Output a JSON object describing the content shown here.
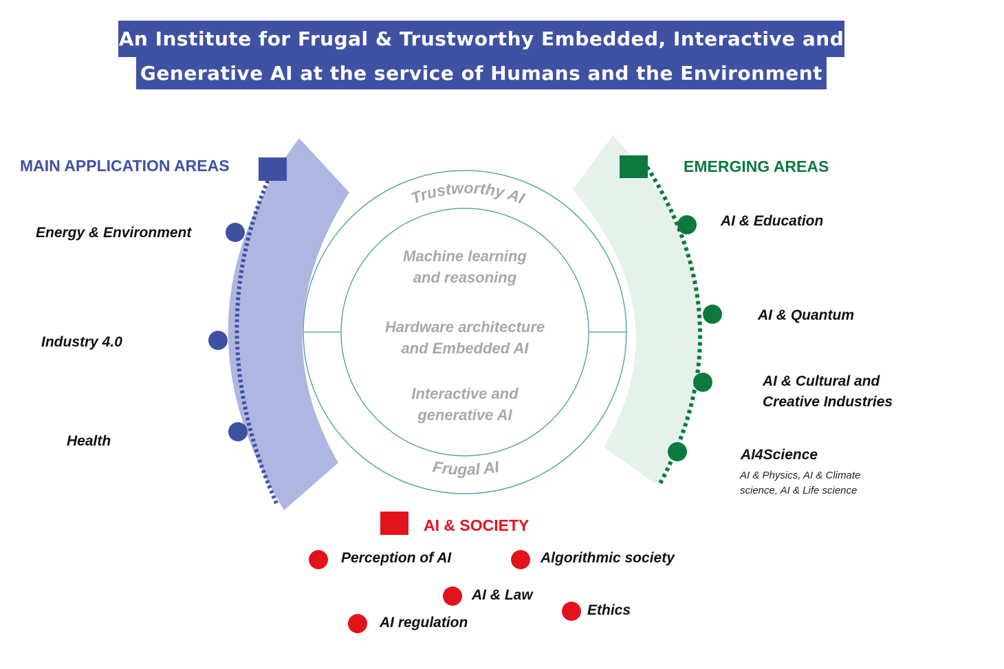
{
  "title": {
    "line1": "An Institute for Frugal & Trustworthy Embedded, Interactive and",
    "line2": "Generative AI at the service of Humans and the Environment"
  },
  "colors": {
    "blue": "#3f51a3",
    "blue_band": "#adb7e1",
    "green": "#0c7a3e",
    "green_band": "#e5f2ea",
    "red": "#e3131b",
    "teal": "#5aa9a5",
    "core_text": "#a8a8a8"
  },
  "main_areas": {
    "heading": "MAIN APPLICATION AREAS",
    "items": [
      "Energy & Environment",
      "Industry 4.0",
      "Health"
    ]
  },
  "emerging_areas": {
    "heading": "EMERGING AREAS",
    "items": [
      "AI & Education",
      "AI & Quantum",
      "AI & Cultural and",
      "Creative Industries",
      "AI4Science"
    ],
    "ai4science_sub": [
      "AI & Physics, AI & Climate",
      "science, AI & Life science"
    ]
  },
  "core": {
    "top_arc": "Trustworthy AI",
    "bottom_arc": "Frugal AI",
    "ml": [
      "Machine learning",
      "and reasoning"
    ],
    "hw": [
      "Hardware architecture",
      "and Embedded AI"
    ],
    "gen": [
      "Interactive and",
      "generative AI"
    ]
  },
  "society": {
    "heading": "AI & SOCIETY",
    "items": [
      "Perception of AI",
      "Algorithmic society",
      "AI & Law",
      "Ethics",
      "AI regulation"
    ]
  }
}
